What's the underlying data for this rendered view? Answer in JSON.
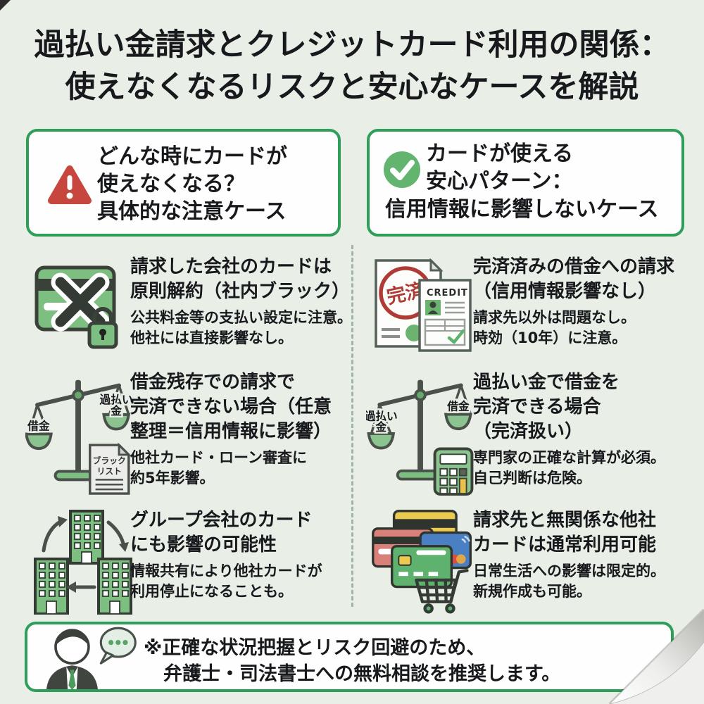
{
  "colors": {
    "background": "#e9eee7",
    "accent_green": "#2f9e58",
    "warning_red": "#c7463e",
    "check_green": "#62b46f",
    "icon_green": "#7dbe81",
    "ink": "#17191c"
  },
  "title": {
    "text": "過払い金請求とクレジットカード利用の関係：\n使えなくなるリスクと安心なケースを解説"
  },
  "left_column": {
    "header": {
      "icon": "warning-triangle-icon",
      "text": "どんな時にカードが\n使えなくなる？\n具体的な注意ケース"
    },
    "items": [
      {
        "icon": "locked-card-icon",
        "heading": "請求した会社のカードは\n原則解約（社内ブラック）",
        "body": "公共料金等の支払い設定に注意。\n他社には直接影響なし。"
      },
      {
        "icon": "scale-blacklist-icon",
        "heading": "借金残存での請求で\n完済できない場合（任意\n整理＝信用情報に影響）",
        "body": "他社カード・ローン審査に\n約5年影響。"
      },
      {
        "icon": "group-companies-icon",
        "heading": "グループ会社のカード\nにも影響の可能性",
        "body": "情報共有により他社カードが\n利用停止になることも。"
      }
    ]
  },
  "right_column": {
    "header": {
      "icon": "check-circle-icon",
      "text_top": "カードが使える\n安心パターン：",
      "text_bottom": "信用情報に影響しないケース"
    },
    "items": [
      {
        "icon": "paid-documents-icon",
        "heading": "完済済みの借金への請求\n（信用情報影響なし）",
        "body": "請求先以外は問題なし。\n時効（10年）に注意。"
      },
      {
        "icon": "scale-calculator-icon",
        "heading": "過払い金で借金を\n完済できる場合\n（完済扱い）",
        "body": "専門家の正確な計算が必須。\n自己判断は危険。"
      },
      {
        "icon": "cards-cart-icon",
        "heading": "請求先と無関係な他社\nカードは通常利用可能",
        "body": "日常生活への影響は限定的。\n新規作成も可能。"
      }
    ]
  },
  "icon_labels": {
    "scale_blacklist": {
      "left_pan": "借金",
      "right_pan_line1": "過払い",
      "right_pan_line2": "金",
      "doc_line1": "ブラック",
      "doc_line2": "リスト"
    },
    "scale_calculator": {
      "left_pan_line1": "過払い",
      "left_pan_line2": "金",
      "right_pan": "借金"
    },
    "paid_documents": {
      "stamp": "完済",
      "card_title": "CREDIT"
    }
  },
  "footer": {
    "line1": "※正確な状況把握とリスク回避のため、",
    "line2": "弁護士・司法書士への無料相談を推奨します。"
  }
}
